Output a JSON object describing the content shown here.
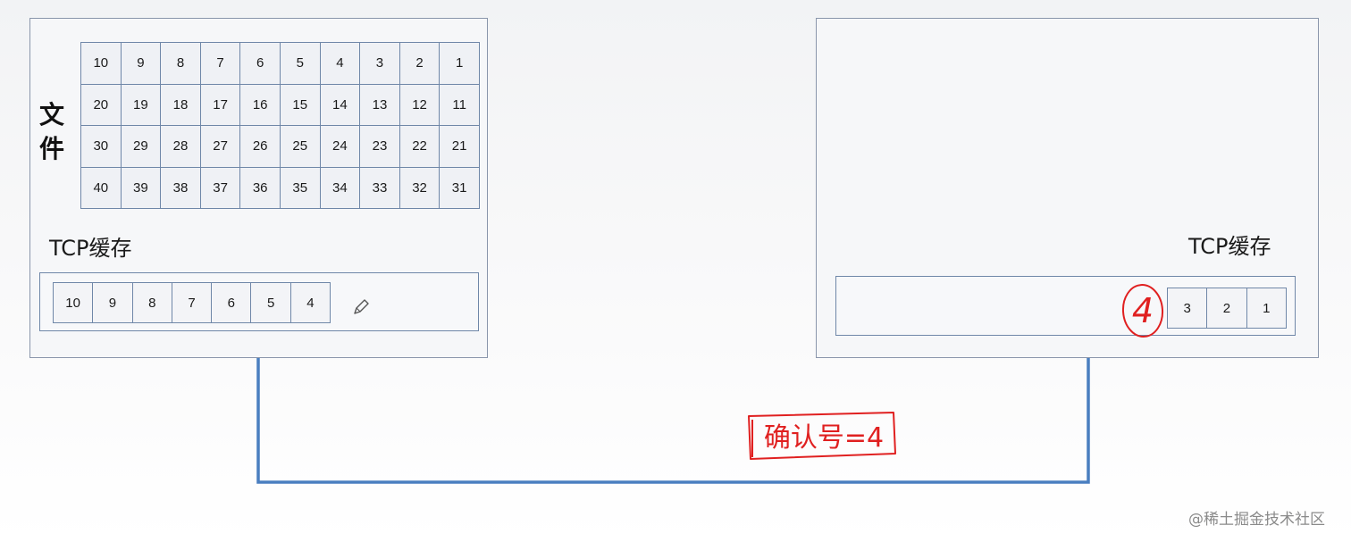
{
  "sender": {
    "file_label": "文件",
    "file_rows": [
      [
        "10",
        "9",
        "8",
        "7",
        "6",
        "5",
        "4",
        "3",
        "2",
        "1"
      ],
      [
        "20",
        "19",
        "18",
        "17",
        "16",
        "15",
        "14",
        "13",
        "12",
        "11"
      ],
      [
        "30",
        "29",
        "28",
        "27",
        "26",
        "25",
        "24",
        "23",
        "22",
        "21"
      ],
      [
        "40",
        "39",
        "38",
        "37",
        "36",
        "35",
        "34",
        "33",
        "32",
        "31"
      ]
    ],
    "buffer_title": "TCP缓存",
    "buffer_segments": [
      "10",
      "9",
      "8",
      "7",
      "6",
      "5",
      "4"
    ]
  },
  "receiver": {
    "buffer_title": "TCP缓存",
    "buffer_segments": [
      "3",
      "2",
      "1"
    ]
  },
  "annotations": {
    "circled_number": "4",
    "ack_note": "确认号=4"
  },
  "colors": {
    "link_line": "#4a7fc0",
    "handwriting": "#e02020",
    "cell_border": "#6f87a8"
  },
  "watermark": "@稀土掘金技术社区"
}
